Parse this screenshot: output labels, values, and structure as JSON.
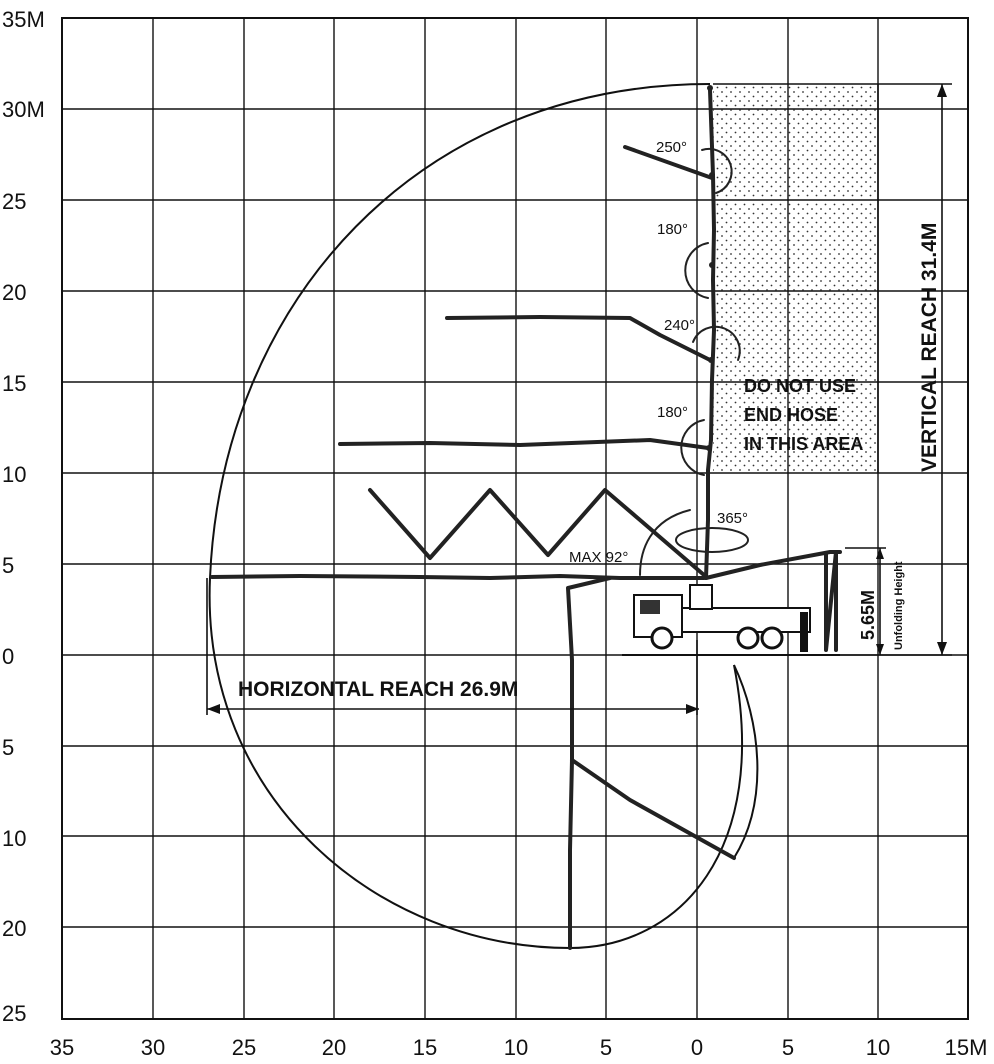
{
  "axis": {
    "y_ticks": [
      "35M",
      "30M",
      "25",
      "20",
      "15",
      "10",
      "5",
      "0",
      "5",
      "10",
      "20",
      "25"
    ],
    "x_ticks": [
      "35",
      "30",
      "25",
      "20",
      "15",
      "10",
      "5",
      "0",
      "5",
      "10",
      "15M"
    ]
  },
  "labels": {
    "horizontal_reach": "HORIZONTAL REACH 26.9M",
    "vertical_reach": "VERTICAL REACH 31.4M",
    "unfolding_value": "5.65M",
    "unfolding_label": "Unfolding Height",
    "warning_line1": "DO NOT USE",
    "warning_line2": "END HOSE",
    "warning_line3": "IN THIS AREA",
    "angle_250": "250°",
    "angle_180_top": "180°",
    "angle_240": "240°",
    "angle_180_mid": "180°",
    "angle_365": "365°",
    "max_angle": "MAX 92°"
  },
  "colors": {
    "line": "#111111",
    "background": "#ffffff"
  }
}
